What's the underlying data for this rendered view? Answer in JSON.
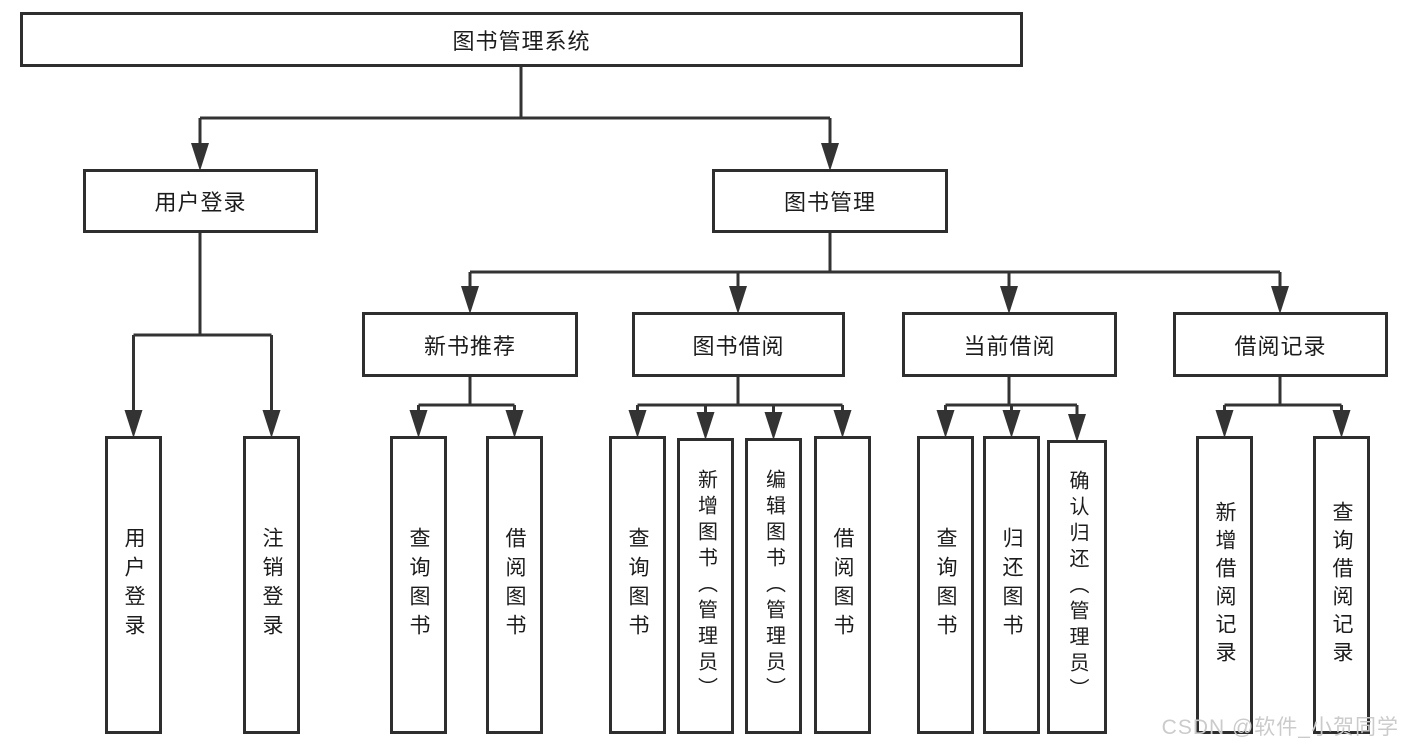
{
  "title": "图书管理系统",
  "nodes": {
    "root": "图书管理系统",
    "user_login": "用户登录",
    "book_management": "图书管理",
    "new_book_recommend": "新书推荐",
    "book_borrow": "图书借阅",
    "current_borrow": "当前借阅",
    "borrow_record": "借阅记录",
    "leaf_user_login": "用户登录",
    "leaf_logout": "注销登录",
    "leaf_rec_query_book": "查询图书",
    "leaf_rec_borrow_book": "借阅图书",
    "leaf_bb_query_book": "查询图书",
    "leaf_bb_add_book": "新增图书（管理员）",
    "leaf_bb_edit_book": "编辑图书（管理员）",
    "leaf_bb_borrow_book": "借阅图书",
    "leaf_cb_query_book": "查询图书",
    "leaf_cb_return_book": "归还图书",
    "leaf_cb_confirm_return": "确认归还（管理员）",
    "leaf_br_add_record": "新增借阅记录",
    "leaf_br_query_record": "查询借阅记录"
  },
  "watermark": "CSDN @软件_小贺同学",
  "colors": {
    "line": "#333333",
    "box_border": "#2e2e2e",
    "text": "#1c1c1c",
    "watermark": "#cbcbcb",
    "background": "#ffffff"
  }
}
